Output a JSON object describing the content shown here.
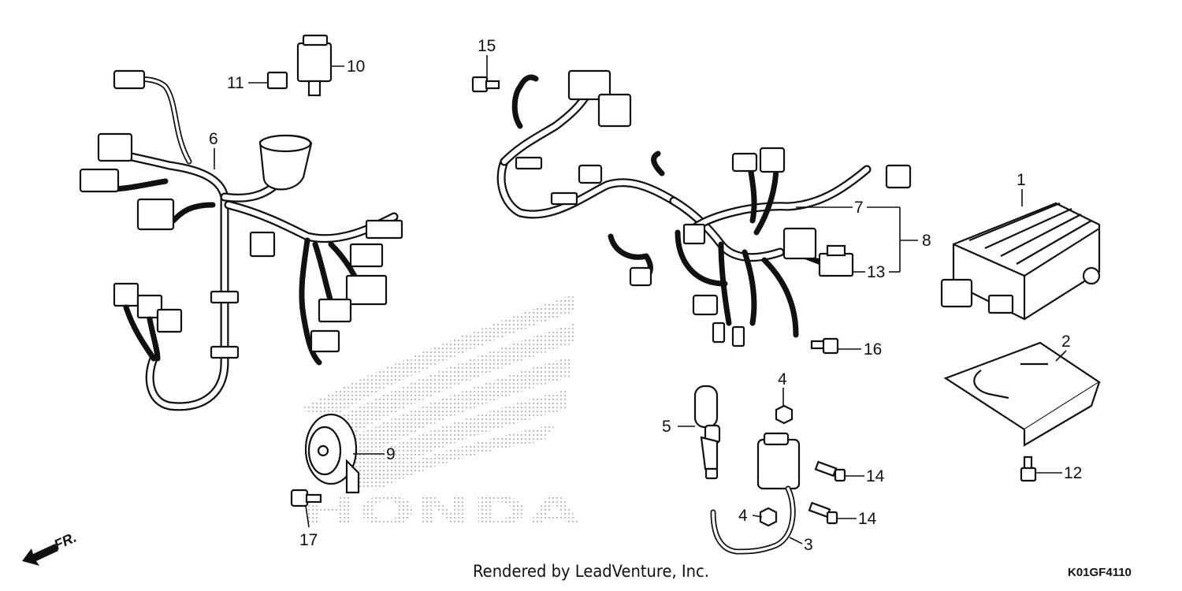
{
  "callouts": {
    "c1": "1",
    "c2": "2",
    "c3": "3",
    "c4a": "4",
    "c4b": "4",
    "c5": "5",
    "c6": "6",
    "c7": "7",
    "c8": "8",
    "c9": "9",
    "c10": "10",
    "c11": "11",
    "c12": "12",
    "c13": "13",
    "c14a": "14",
    "c14b": "14",
    "c15": "15",
    "c16": "16",
    "c17": "17"
  },
  "credit": "Rendered by LeadVenture, Inc.",
  "diagram_code": "K01GF4110",
  "direction_label": "FR.",
  "watermark": "HONDA",
  "icons": [
    "honda-wing-logo-icon",
    "front-direction-arrow-icon"
  ]
}
